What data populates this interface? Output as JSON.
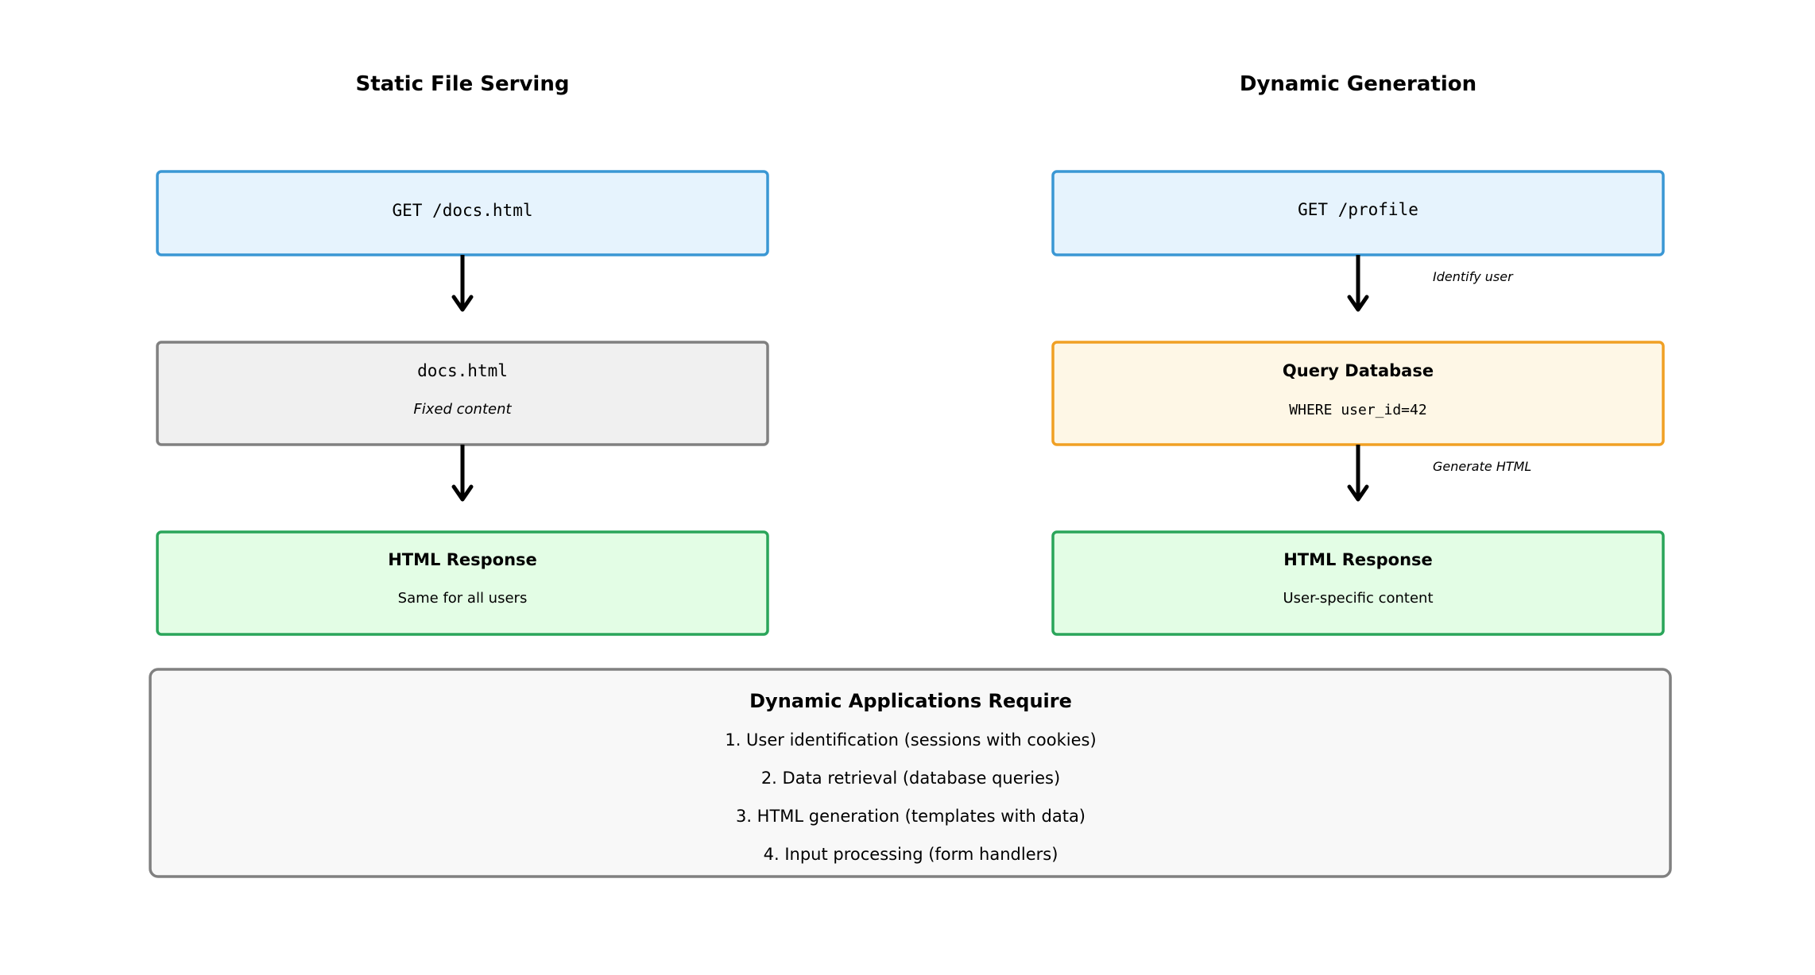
{
  "colors": {
    "request_stroke": "#3a97d4",
    "request_fill": "#e6f3fd",
    "file_stroke": "#808080",
    "file_fill": "#f0f0f0",
    "db_stroke": "#f0a024",
    "db_fill": "#fef7e6",
    "response_stroke": "#2aa55a",
    "response_fill": "#e3fde5",
    "summary_stroke": "#808080",
    "summary_fill": "#f8f8f8",
    "arrow": "#000000"
  },
  "static": {
    "heading": "Static File Serving",
    "request": "GET /docs.html",
    "file_name": "docs.html",
    "file_note": "Fixed content",
    "response_title": "HTML Response",
    "response_note": "Same for all users"
  },
  "dynamic": {
    "heading": "Dynamic Generation",
    "request": "GET /profile",
    "edge_1": "Identify user",
    "db_title": "Query Database",
    "db_query": "WHERE user_id=42",
    "edge_2": "Generate HTML",
    "response_title": "HTML Response",
    "response_note": "User-specific content"
  },
  "summary": {
    "title": "Dynamic Applications Require",
    "items": [
      "1. User identification (sessions with cookies)",
      "2. Data retrieval (database queries)",
      "3. HTML generation (templates with data)",
      "4. Input processing (form handlers)"
    ]
  }
}
